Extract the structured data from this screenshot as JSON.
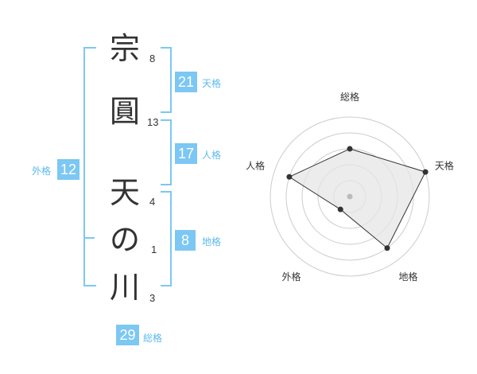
{
  "name_chars": [
    {
      "char": "宗",
      "strokes": "8"
    },
    {
      "char": "圓",
      "strokes": "13"
    },
    {
      "char": "天",
      "strokes": "4"
    },
    {
      "char": "の",
      "strokes": "1"
    },
    {
      "char": "川",
      "strokes": "3"
    }
  ],
  "fortunes": {
    "tenkaku": {
      "value": "21",
      "label": "天格"
    },
    "jinkaku": {
      "value": "17",
      "label": "人格"
    },
    "chikaku": {
      "value": "8",
      "label": "地格"
    },
    "gaikaku": {
      "value": "12",
      "label": "外格"
    },
    "soukaku": {
      "value": "29",
      "label": "総格"
    }
  },
  "chart_data": {
    "type": "radar",
    "axes": [
      "総格",
      "天格",
      "地格",
      "外格",
      "人格"
    ],
    "values": [
      3,
      5,
      4,
      1,
      4
    ],
    "max": 5,
    "rings": 5
  },
  "colors": {
    "accent": "#7cc7f3",
    "label": "#5cb9ee",
    "text": "#333333",
    "fill": "#e6e6e6",
    "ring": "#cccccc"
  }
}
